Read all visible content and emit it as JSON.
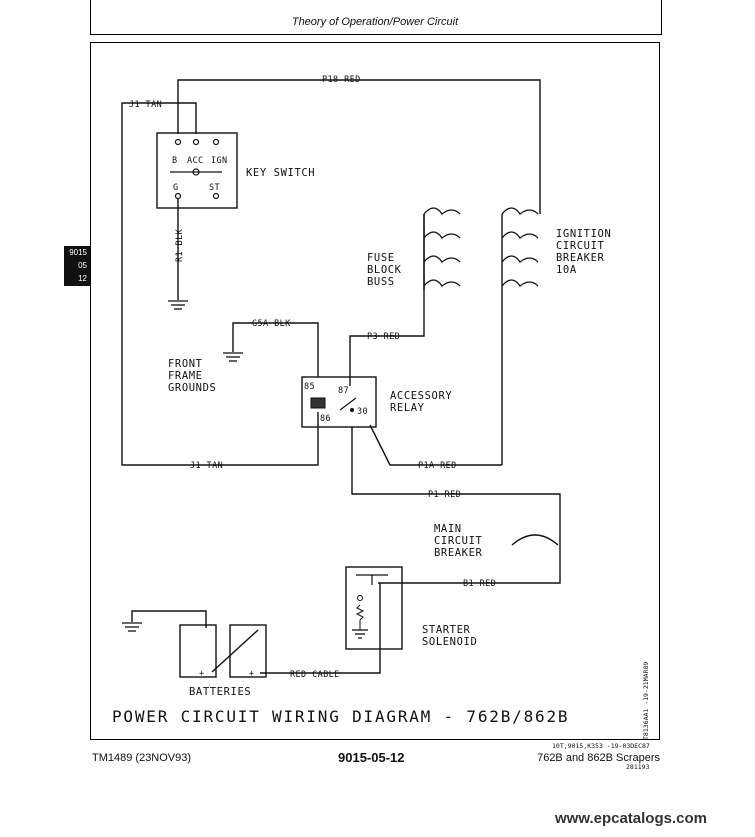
{
  "header": {
    "title": "Theory of Operation/Power Circuit"
  },
  "side_tab": {
    "line1": "9015",
    "line2": "05",
    "line3": "12"
  },
  "diagram": {
    "title": "POWER CIRCUIT WIRING DIAGRAM - 762B/862B",
    "wires": {
      "p18": "P18 RED",
      "j1_top": "J1 TAN",
      "r1": "R1 BLK",
      "g5a": "G5A BLK",
      "p3": "P3 RED",
      "j1_bottom": "J1 TAN",
      "p1a": "P1A RED",
      "p1": "P1 RED",
      "b1": "B1 RED",
      "red_cable": "RED CABLE"
    },
    "key_switch": {
      "label": "KEY SWITCH",
      "b": "B",
      "acc": "ACC",
      "ign": "IGN",
      "g": "G",
      "st": "ST"
    },
    "fuse_block": {
      "line1": "FUSE",
      "line2": "BLOCK",
      "line3": "BUSS"
    },
    "ignition_breaker": {
      "line1": "IGNITION",
      "line2": "CIRCUIT",
      "line3": "BREAKER",
      "line4": "10A"
    },
    "front_frame": {
      "line1": "FRONT",
      "line2": "FRAME",
      "line3": "GROUNDS"
    },
    "accessory_relay": {
      "line1": "ACCESSORY",
      "line2": "RELAY",
      "t85": "85",
      "t87": "87",
      "t86": "86",
      "t30": "30"
    },
    "main_breaker": {
      "line1": "MAIN",
      "line2": "CIRCUIT",
      "line3": "BREAKER"
    },
    "starter_solenoid": {
      "line1": "STARTER",
      "line2": "SOLENOID"
    },
    "batteries": {
      "label": "BATTERIES",
      "plus1": "+",
      "plus2": "+"
    },
    "side_code": "T8136AA1   -19-21MAR89",
    "ref_code1": "10T,9015,K353   -19-03DEC87",
    "ref_code2": "281193"
  },
  "footer": {
    "left": "TM1489 (23NOV93)",
    "center": "9015-05-12",
    "right": "762B and 862B Scrapers"
  },
  "watermark": "www.epcatalogs.com"
}
